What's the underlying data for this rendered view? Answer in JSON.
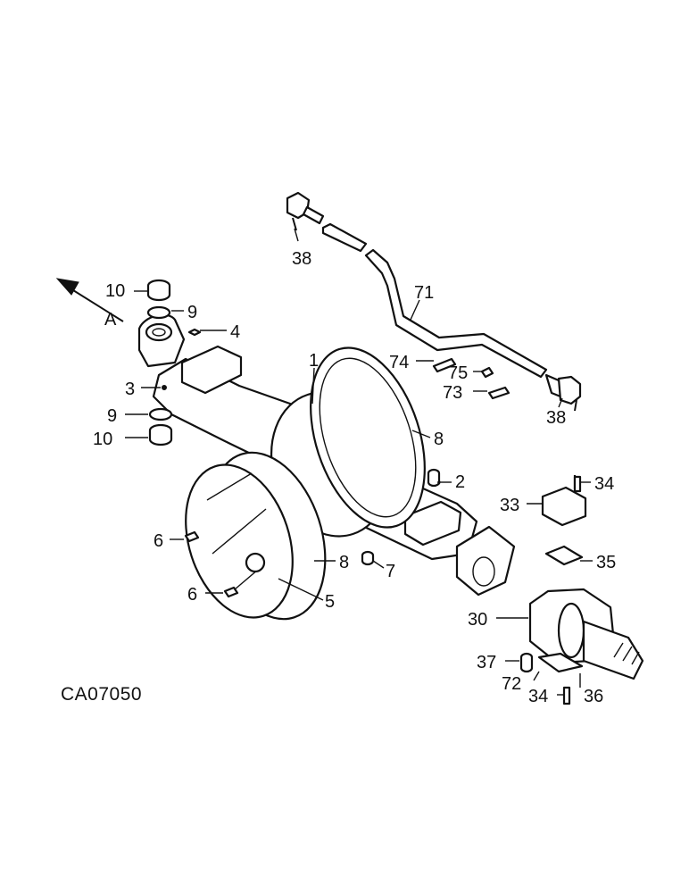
{
  "drawing_ref": "CA07050",
  "direction_marker": "A",
  "callouts": {
    "c1": "1",
    "c2": "2",
    "c3": "3",
    "c4": "4",
    "c5": "5",
    "c6a": "6",
    "c6b": "6",
    "c7": "7",
    "c8a": "8",
    "c8b": "8",
    "c9a": "9",
    "c9b": "9",
    "c10a": "10",
    "c10b": "10",
    "c30": "30",
    "c33": "33",
    "c34a": "34",
    "c34b": "34",
    "c35": "35",
    "c36": "36",
    "c37": "37",
    "c38a": "38",
    "c38b": "38",
    "c71": "71",
    "c72": "72",
    "c73": "73",
    "c74": "74",
    "c75": "75"
  },
  "colors": {
    "ink": "#111111",
    "paper": "#ffffff"
  }
}
